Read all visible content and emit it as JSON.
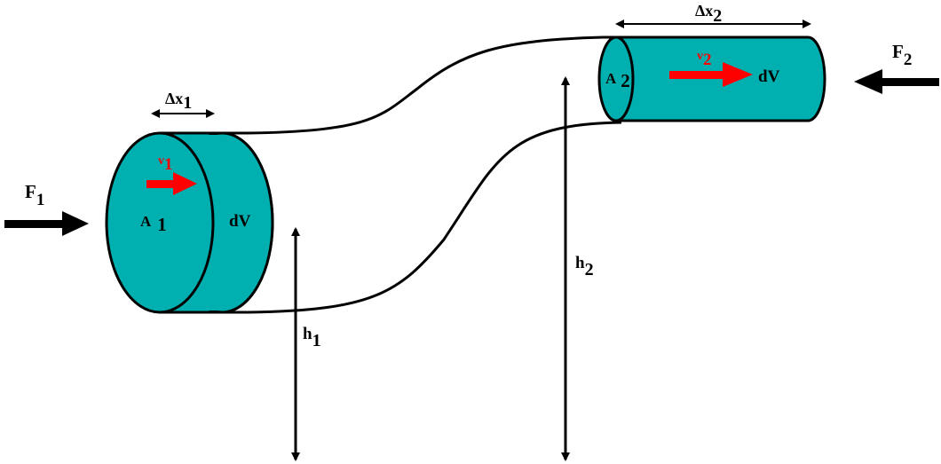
{
  "colors": {
    "fluid": "#00b0b0",
    "outline": "#000000",
    "velocity_arrow": "#ff0000",
    "force_arrow": "#000000"
  },
  "labels": {
    "delta_x1": {
      "base": "Δx",
      "sub": "1"
    },
    "delta_x2": {
      "base": "Δx",
      "sub": "2"
    },
    "area1": {
      "base": "A",
      "sub": "1"
    },
    "area2": {
      "base": "A",
      "sub": "2"
    },
    "velocity1": {
      "base": "v",
      "sub": "1"
    },
    "velocity2": {
      "base": "v",
      "sub": "2"
    },
    "volume1": "dV",
    "volume2": "dV",
    "force1": {
      "base": "F",
      "sub": "1"
    },
    "force2": {
      "base": "F",
      "sub": "2"
    },
    "height1": {
      "base": "h",
      "sub": "1"
    },
    "height2": {
      "base": "h",
      "sub": "2"
    }
  }
}
